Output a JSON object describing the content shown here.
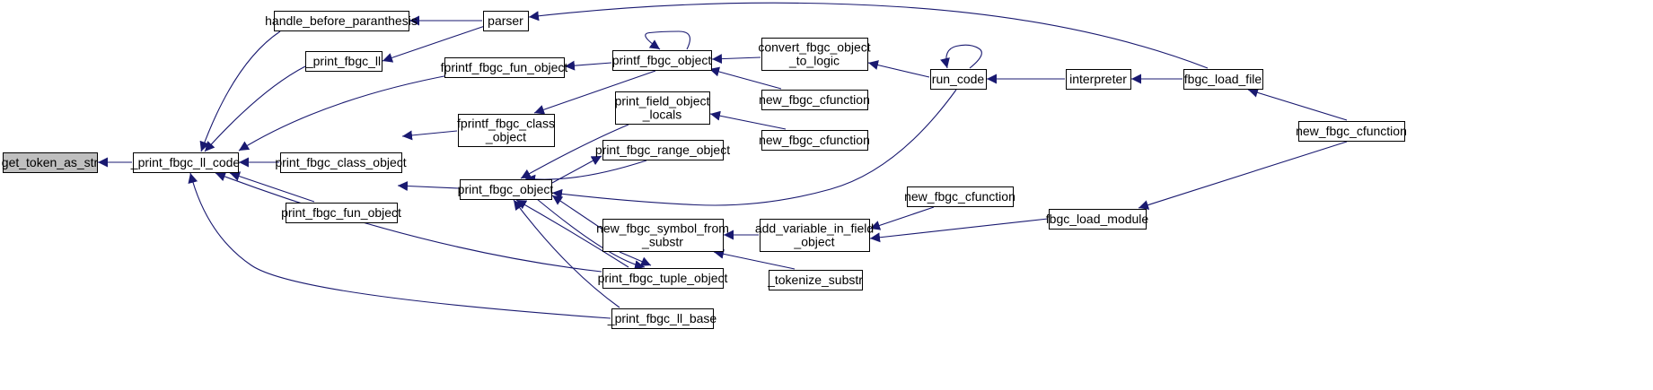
{
  "colors": {
    "edge": "#191970",
    "node_border": "#000000",
    "node_fill": "#ffffff",
    "highlight_fill": "#bfbfbf"
  },
  "nodes": [
    {
      "id": "get_token_as_str",
      "label": [
        "get_token_as_str"
      ],
      "highlight": true
    },
    {
      "id": "print_ll_code",
      "label": [
        "_print_fbgc_ll_code"
      ]
    },
    {
      "id": "handle_before",
      "label": [
        "handle_before_paranthesis"
      ]
    },
    {
      "id": "print_ll",
      "label": [
        "_print_fbgc_ll"
      ]
    },
    {
      "id": "print_class_object",
      "label": [
        "print_fbgc_class_object"
      ]
    },
    {
      "id": "print_fun_object",
      "label": [
        "print_fbgc_fun_object"
      ]
    },
    {
      "id": "parser",
      "label": [
        "parser"
      ]
    },
    {
      "id": "fprintf_fun_object",
      "label": [
        "fprintf_fbgc_fun_object"
      ]
    },
    {
      "id": "fprintf_class_object",
      "label": [
        "fprintf_fbgc_class",
        "_object"
      ]
    },
    {
      "id": "printf_fbgc_object",
      "label": [
        "printf_fbgc_object"
      ]
    },
    {
      "id": "print_field_object_locals",
      "label": [
        "print_field_object",
        "_locals"
      ]
    },
    {
      "id": "print_range_object",
      "label": [
        "print_fbgc_range_object"
      ]
    },
    {
      "id": "print_fbgc_object",
      "label": [
        "print_fbgc_object"
      ]
    },
    {
      "id": "new_symbol_from_substr",
      "label": [
        "new_fbgc_symbol_from",
        "_substr"
      ]
    },
    {
      "id": "print_tuple_object",
      "label": [
        "print_fbgc_tuple_object"
      ]
    },
    {
      "id": "print_ll_base",
      "label": [
        "_print_fbgc_ll_base"
      ]
    },
    {
      "id": "convert_to_logic",
      "label": [
        "convert_fbgc_object",
        "_to_logic"
      ]
    },
    {
      "id": "new_cfunction_a",
      "label": [
        "new_fbgc_cfunction"
      ]
    },
    {
      "id": "new_cfunction_b",
      "label": [
        "new_fbgc_cfunction"
      ]
    },
    {
      "id": "add_variable_in_field",
      "label": [
        "add_variable_in_field",
        "_object"
      ]
    },
    {
      "id": "tokenize_substr",
      "label": [
        "_tokenize_substr"
      ]
    },
    {
      "id": "new_cfunction_c",
      "label": [
        "new_fbgc_cfunction"
      ]
    },
    {
      "id": "run_code",
      "label": [
        "run_code"
      ]
    },
    {
      "id": "interpreter",
      "label": [
        "interpreter"
      ]
    },
    {
      "id": "fbgc_load_file",
      "label": [
        "fbgc_load_file"
      ]
    },
    {
      "id": "fbgc_load_module",
      "label": [
        "fbgc_load_module"
      ]
    },
    {
      "id": "new_cfunction_d",
      "label": [
        "new_fbgc_cfunction"
      ]
    }
  ],
  "edges": [
    {
      "from": "print_ll_code",
      "to": "get_token_as_str"
    },
    {
      "from": "handle_before",
      "to": "print_ll_code"
    },
    {
      "from": "print_ll",
      "to": "print_ll_code"
    },
    {
      "from": "fprintf_fun_object",
      "to": "print_ll_code"
    },
    {
      "from": "print_class_object",
      "to": "print_ll_code"
    },
    {
      "from": "print_fun_object",
      "to": "print_ll_code"
    },
    {
      "from": "print_tuple_object",
      "to": "print_ll_code"
    },
    {
      "from": "print_ll_base",
      "to": "print_ll_code"
    },
    {
      "from": "parser",
      "to": "handle_before"
    },
    {
      "from": "parser",
      "to": "print_ll"
    },
    {
      "from": "fbgc_load_file",
      "to": "parser"
    },
    {
      "from": "printf_fbgc_object",
      "to": "fprintf_fun_object"
    },
    {
      "from": "fprintf_class_object",
      "to": "print_class_object"
    },
    {
      "from": "printf_fbgc_object",
      "to": "fprintf_class_object"
    },
    {
      "from": "print_fbgc_object",
      "to": "print_fun_object"
    },
    {
      "from": "printf_fbgc_object",
      "to": "printf_fbgc_object"
    },
    {
      "from": "convert_to_logic",
      "to": "printf_fbgc_object"
    },
    {
      "from": "new_cfunction_a",
      "to": "printf_fbgc_object"
    },
    {
      "from": "print_field_object_locals",
      "to": "print_fbgc_object"
    },
    {
      "from": "print_range_object",
      "to": "print_fbgc_object"
    },
    {
      "from": "new_symbol_from_substr",
      "to": "print_fbgc_object"
    },
    {
      "from": "print_tuple_object",
      "to": "print_fbgc_object"
    },
    {
      "from": "print_ll_base",
      "to": "print_fbgc_object"
    },
    {
      "from": "run_code",
      "to": "print_fbgc_object"
    },
    {
      "from": "print_fbgc_object",
      "to": "print_range_object"
    },
    {
      "from": "print_fbgc_object",
      "to": "print_tuple_object"
    },
    {
      "from": "new_symbol_from_substr",
      "to": "print_tuple_object"
    },
    {
      "from": "new_cfunction_b",
      "to": "print_field_object_locals"
    },
    {
      "from": "add_variable_in_field",
      "to": "new_symbol_from_substr"
    },
    {
      "from": "tokenize_substr",
      "to": "new_symbol_from_substr"
    },
    {
      "from": "run_code",
      "to": "convert_to_logic"
    },
    {
      "from": "run_code",
      "to": "run_code"
    },
    {
      "from": "interpreter",
      "to": "run_code"
    },
    {
      "from": "fbgc_load_file",
      "to": "interpreter"
    },
    {
      "from": "new_cfunction_d",
      "to": "fbgc_load_file"
    },
    {
      "from": "new_cfunction_c",
      "to": "add_variable_in_field"
    },
    {
      "from": "fbgc_load_module",
      "to": "add_variable_in_field"
    },
    {
      "from": "new_cfunction_d",
      "to": "fbgc_load_module"
    }
  ]
}
